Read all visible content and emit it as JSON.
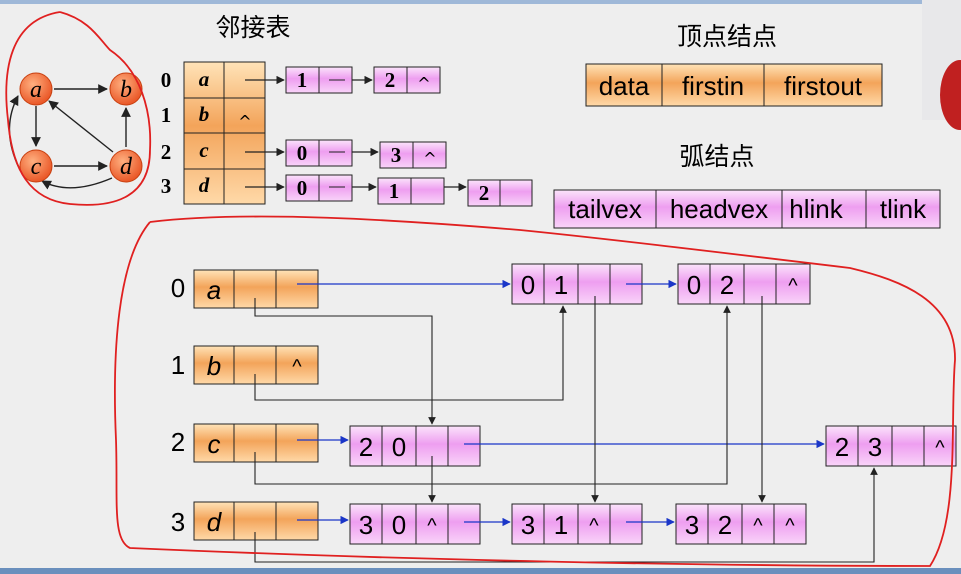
{
  "titles": {
    "adjacency_list": "邻接表",
    "vertex_node": "顶点结点",
    "arc_node": "弧结点"
  },
  "vertex_node_fields": [
    "data",
    "firstin",
    "firstout"
  ],
  "arc_node_fields": [
    "tailvex",
    "headvex",
    "hlink",
    "tlink"
  ],
  "graph": {
    "vertices": [
      "a",
      "b",
      "c",
      "d"
    ],
    "edges": [
      [
        "a",
        "b"
      ],
      [
        "a",
        "c"
      ],
      [
        "c",
        "d"
      ],
      [
        "d",
        "a"
      ],
      [
        "d",
        "b"
      ],
      [
        "d",
        "c"
      ]
    ]
  },
  "adjacency_list": {
    "rows": [
      {
        "index": "0",
        "vertex": "a",
        "nil": "",
        "nodes": [
          {
            "v": "1",
            "nil": ""
          },
          {
            "v": "2",
            "nil": "^"
          }
        ]
      },
      {
        "index": "1",
        "vertex": "b",
        "nil": "^",
        "nodes": []
      },
      {
        "index": "2",
        "vertex": "c",
        "nil": "",
        "nodes": [
          {
            "v": "0",
            "nil": ""
          },
          {
            "v": "3",
            "nil": "^"
          }
        ]
      },
      {
        "index": "3",
        "vertex": "d",
        "nil": "",
        "nodes": [
          {
            "v": "0",
            "nil": ""
          },
          {
            "v": "1",
            "nil": ""
          },
          {
            "v": "2",
            "nil": ""
          }
        ]
      }
    ]
  },
  "orthogonal_list": {
    "vertices": [
      {
        "index": "0",
        "data": "a",
        "firstin": "",
        "firstout": ""
      },
      {
        "index": "1",
        "data": "b",
        "firstin": "",
        "firstout": "^"
      },
      {
        "index": "2",
        "data": "c",
        "firstin": "",
        "firstout": ""
      },
      {
        "index": "3",
        "data": "d",
        "firstin": "",
        "firstout": ""
      }
    ],
    "arcs": [
      {
        "id": "a01",
        "tail": "0",
        "head": "1",
        "hlink": "",
        "tlink": ""
      },
      {
        "id": "a02",
        "tail": "0",
        "head": "2",
        "hlink": "",
        "tlink": "^"
      },
      {
        "id": "a20",
        "tail": "2",
        "head": "0",
        "hlink": "",
        "tlink": ""
      },
      {
        "id": "a23",
        "tail": "2",
        "head": "3",
        "hlink": "",
        "tlink": "^"
      },
      {
        "id": "a30",
        "tail": "3",
        "head": "0",
        "hlink": "^",
        "tlink": ""
      },
      {
        "id": "a31",
        "tail": "3",
        "head": "1",
        "hlink": "^",
        "tlink": ""
      },
      {
        "id": "a32",
        "tail": "3",
        "head": "2",
        "hlink": "^",
        "tlink": "^"
      }
    ]
  },
  "colors": {
    "vertex_fill": "#f3a45a",
    "arc_fill": "#ee9ef0",
    "annotation": "#e02020",
    "link_line": "#1a36c8",
    "graph_node": "#f06030"
  }
}
